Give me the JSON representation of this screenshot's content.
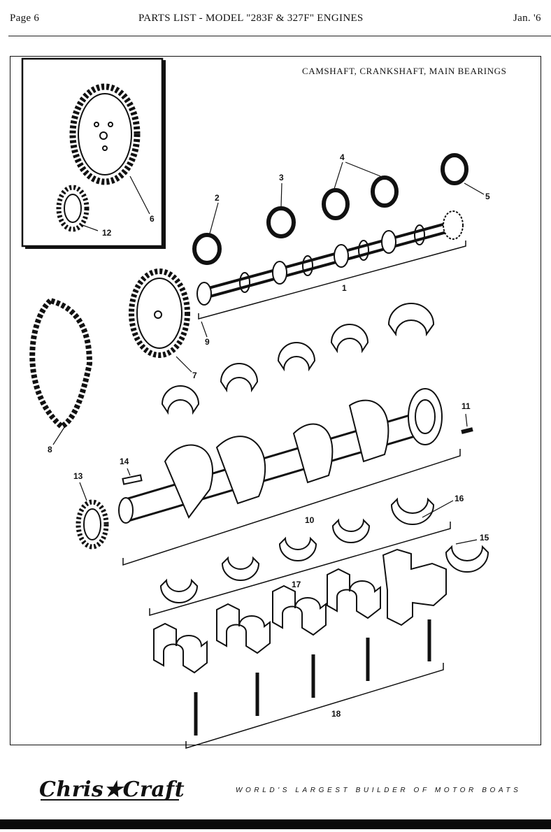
{
  "header": {
    "page": "Page 6",
    "title": "PARTS LIST - MODEL \"283F & 327F\" ENGINES",
    "date": "Jan. '6"
  },
  "diagram": {
    "section_title": "CAMSHAFT, CRANKSHAFT, MAIN BEARINGS",
    "callouts": {
      "c1": "1",
      "c2": "2",
      "c3": "3",
      "c4": "4",
      "c5": "5",
      "c6": "6",
      "c7": "7",
      "c8": "8",
      "c9": "9",
      "c10": "10",
      "c11": "11",
      "c12": "12",
      "c13": "13",
      "c14": "14",
      "c15": "15",
      "c16": "16",
      "c17": "17",
      "c18": "18"
    }
  },
  "footer": {
    "logo": "Chris★Craft",
    "tagline": "WORLD'S LARGEST BUILDER OF MOTOR BOATS"
  },
  "colors": {
    "ink": "#111111",
    "paper": "#ffffff",
    "bar": "#0a0a0a"
  }
}
